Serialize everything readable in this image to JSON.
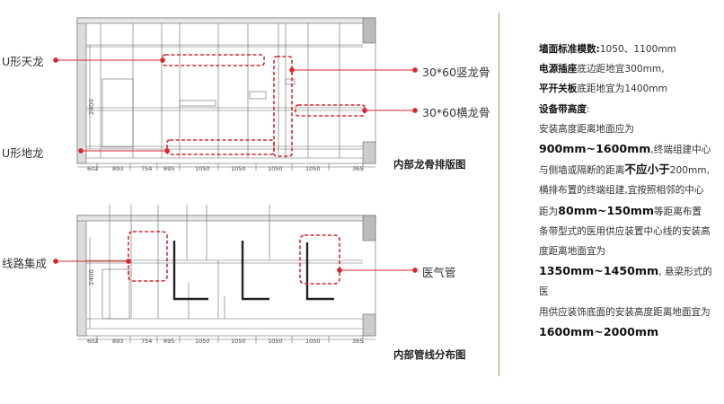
{
  "top_drawing": {
    "caption": "内部龙骨排版图",
    "height_label": "2400",
    "dimensions": [
      "602",
      "893",
      "754",
      "695",
      "1050",
      "1050",
      "1050",
      "1050",
      "365"
    ]
  },
  "bottom_drawing": {
    "caption": "内部管线分布图",
    "height_label": "2400",
    "dimensions": [
      "602",
      "893",
      "754",
      "695",
      "1050",
      "1050",
      "1050",
      "1050",
      "365"
    ]
  },
  "callouts": {
    "u_top_keel": "U形天龙",
    "u_floor_keel": "U形地龙",
    "vertical_keel": "30*60竖龙骨",
    "horizontal_keel": "30*60横龙骨",
    "line_integration": "线路集成",
    "medical_gas_pipe": "医气管"
  },
  "specs": {
    "wall_module_label": "墙面标准模数:",
    "wall_module_value": "1050、1100mm",
    "outlet_label": "电源插座",
    "outlet_text": "底边距地宜300mm,",
    "switch_label": "平开关板",
    "switch_text": "底距地宜为1400mm",
    "equipment_label": "设备带高度",
    "equipment_colon": ":",
    "line1": "安装高度距离地面应为",
    "range1": "900mm~1600mm",
    "line2": ",终端组建中心",
    "line3a": "与侧墙或隔断的距离",
    "line3b": "不应小于",
    "line3c": "200mm,",
    "line4": "横排布置的终端组建,宜按照相邻的中心",
    "line5a": "距为",
    "range2": "80mm~150mm",
    "line5b": "等距离布置",
    "line6": "条带型式的医用供应装置中心线的安装高",
    "line7": "度距离地面宜为",
    "range3": "1350mm~1450mm",
    "line8": ", 悬梁形式的医",
    "line9": "用供应装饰底面的安装高度距离地面宜为",
    "range4": "1600mm~2000mm"
  },
  "colors": {
    "accent_red": "#d9262c",
    "gold_divider": "#b9975b"
  }
}
